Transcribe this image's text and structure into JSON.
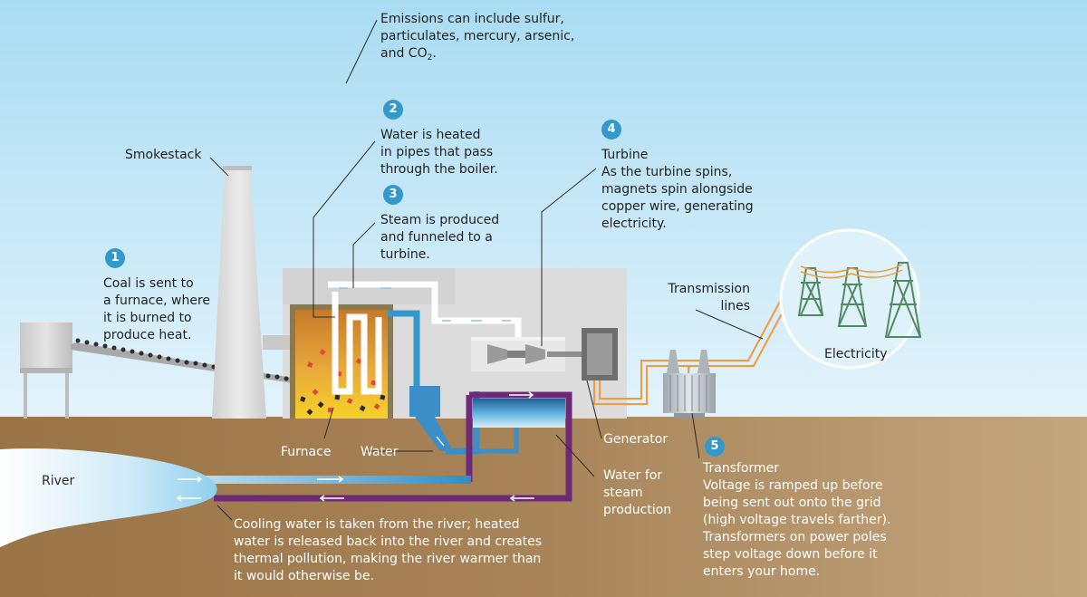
{
  "emissions": {
    "line1": "Emissions can include sulfur,",
    "line2": "particulates, mercury, arsenic,",
    "line3_prefix": "and CO",
    "line3_sub": "2",
    "line3_suffix": "."
  },
  "smokestack": {
    "label": "Smokestack"
  },
  "step1": {
    "number": "1",
    "lines": [
      "Coal is sent to",
      "a furnace, where",
      "it is burned to",
      "produce heat."
    ]
  },
  "step2": {
    "number": "2",
    "lines": [
      "Water is heated",
      "in pipes that pass",
      "through the boiler."
    ]
  },
  "step3": {
    "number": "3",
    "lines": [
      "Steam is produced",
      "and funneled to a",
      "turbine."
    ]
  },
  "step4": {
    "number": "4",
    "lines": [
      "Turbine",
      "As the turbine spins,",
      "magnets spin alongside",
      "copper wire, generating",
      "electricity."
    ]
  },
  "step5": {
    "number": "5",
    "lines": [
      "Transformer",
      "Voltage is ramped up before",
      "being sent out onto the grid",
      "(high voltage travels farther).",
      "Transformers on power poles",
      "step voltage down before it",
      "enters your home."
    ]
  },
  "transmission": {
    "lines": [
      "Transmission",
      "lines"
    ]
  },
  "electricity": {
    "label": "Electricity"
  },
  "furnace": {
    "label": "Furnace"
  },
  "water": {
    "label": "Water"
  },
  "generator": {
    "label": "Generator"
  },
  "water_for_steam": {
    "lines": [
      "Water for",
      "steam",
      "production"
    ]
  },
  "river": {
    "label": "River"
  },
  "cooling": {
    "lines": [
      "Cooling water is taken from the river; heated",
      "water is released back into the river and creates",
      "thermal pollution, making the river warmer than",
      "it would otherwise be."
    ]
  },
  "colors": {
    "sky_top": "#a9dcf3",
    "sky_bottom": "#e6f4fb",
    "ground": "#a27f58",
    "building": "#dcdcdc",
    "step_badge": "#3399cc",
    "steam_pipe": "#ffffff",
    "water_pipe": "#3399cc",
    "cooling_loop": "#6e2a78",
    "wire": "#f39a3a",
    "flame": "#f0c21e"
  }
}
